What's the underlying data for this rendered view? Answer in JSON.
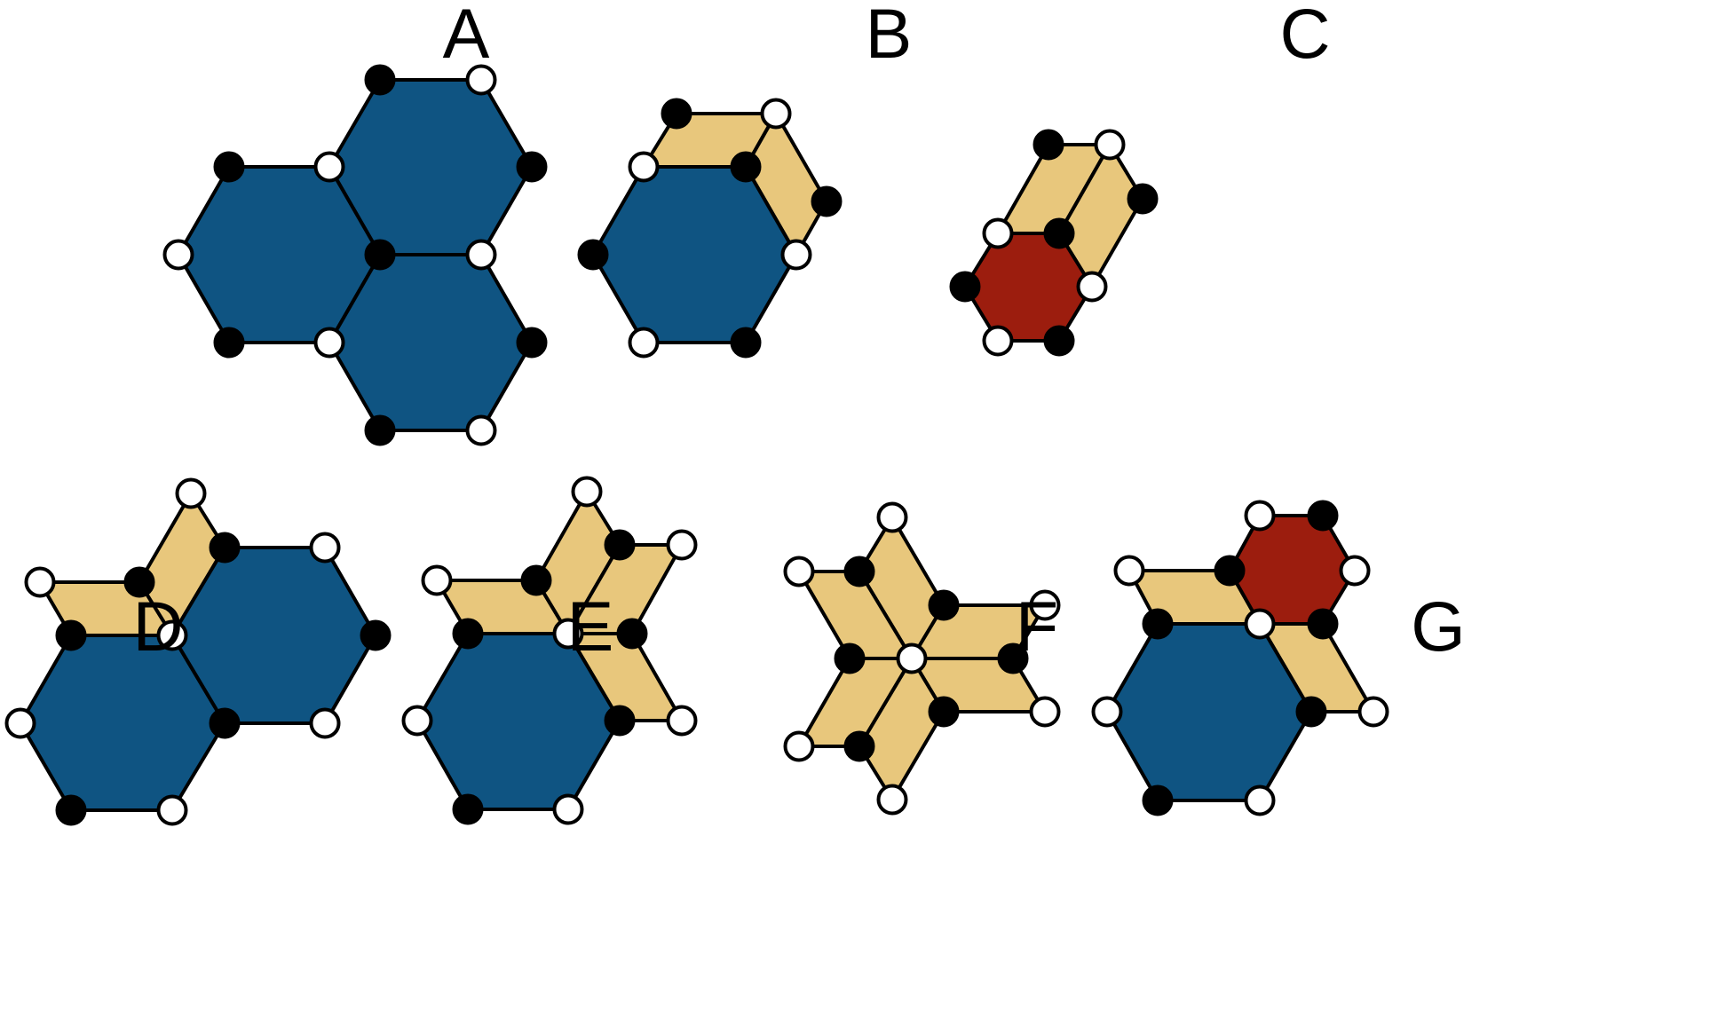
{
  "labels": {
    "A": "A",
    "B": "B",
    "C": "C",
    "D": "D",
    "E": "E",
    "F": "F",
    "G": "G"
  },
  "colors": {
    "large_hexagon": "#0f5482",
    "small_hexagon": "#9c1d0e",
    "rhombus": "#e8c77c",
    "outline": "#000000",
    "filled_vertex": "#000000",
    "open_vertex": "#ffffff"
  },
  "legend": {
    "filled_vertex": "black-dot",
    "open_vertex": "white-dot"
  }
}
